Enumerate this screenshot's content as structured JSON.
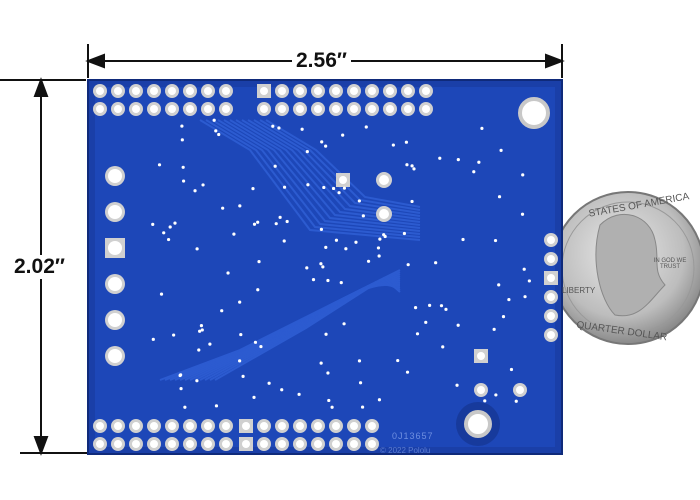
{
  "dimensions": {
    "width_label": "2.56″",
    "height_label": "2.02″"
  },
  "board": {
    "part_number": "0J13657",
    "copyright": "© 2022 Pololu",
    "color": "#1a3fa8"
  },
  "coin": {
    "top_text": "STATES OF AMERICA",
    "mid_text": "IN GOD WE TRUST",
    "bottom_text": "QUARTER DOLLAR",
    "left_text": "LIBERTY"
  }
}
